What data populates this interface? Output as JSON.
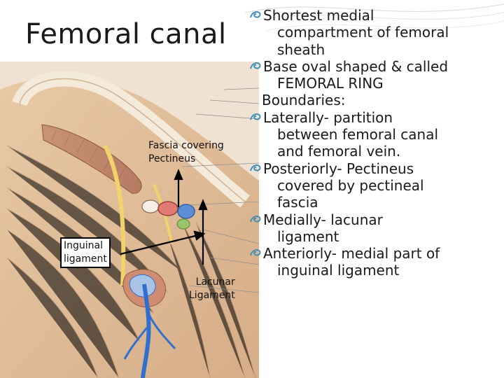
{
  "slide": {
    "title": "Femoral canal",
    "bullets": [
      {
        "type": "bullet",
        "text": "Shortest medial",
        "cont": [
          "compartment of femoral",
          "sheath"
        ]
      },
      {
        "type": "bullet",
        "text": "Base oval shaped & called",
        "cont": [
          "FEMORAL RING"
        ]
      },
      {
        "type": "plain",
        "text": "Boundaries:",
        "cont": []
      },
      {
        "type": "bullet",
        "text": "Laterally- partition",
        "cont": [
          "between femoral canal",
          "and femoral vein."
        ]
      },
      {
        "type": "bullet",
        "text": "Posteriorly- Pectineus",
        "cont": [
          "covered by pectineal",
          "fascia"
        ]
      },
      {
        "type": "bullet",
        "text": "Medially-  lacunar",
        "cont": [
          "ligament"
        ]
      },
      {
        "type": "bullet",
        "text": "Anteriorly- medial part of",
        "cont": [
          "inguinal ligament"
        ]
      }
    ]
  },
  "figure": {
    "labels": {
      "fascia": "Fascia covering\nPectineus",
      "inguinal": "Inguinal\nligament",
      "lacunar": "Lacunar\nLigament"
    }
  },
  "colors": {
    "bullet": "#3a8fb7",
    "accent": "#5aa9c9",
    "artery": "#c8403a",
    "vein": "#2f6fd0",
    "muscle": "#b67b5f"
  },
  "icons": {
    "bullet": "swirl-bullet-icon"
  }
}
